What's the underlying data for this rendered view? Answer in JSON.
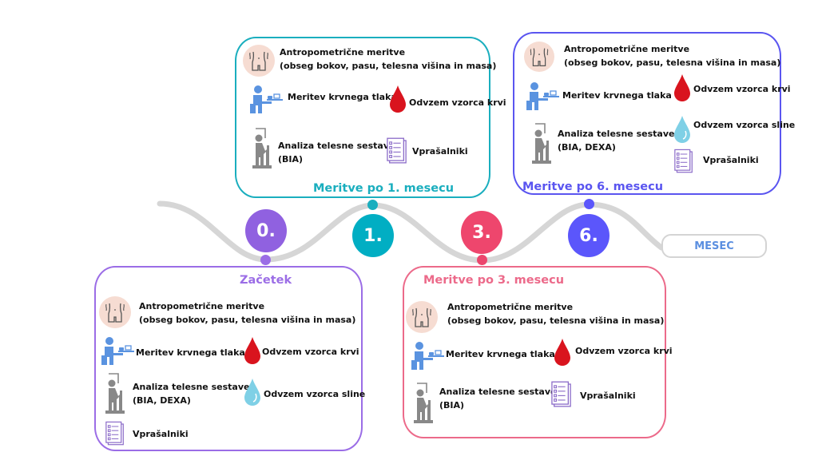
{
  "timeline": {
    "axis_label": "MESEC",
    "milestones": [
      {
        "label": "0.",
        "color": "#9061e0"
      },
      {
        "label": "1.",
        "color": "#01aec3"
      },
      {
        "label": "3.",
        "color": "#ee466d"
      },
      {
        "label": "6.",
        "color": "#5b56fb"
      }
    ]
  },
  "cards": {
    "start": {
      "title": "Začetek",
      "color": "#9b6de6",
      "items": {
        "anthro_line1": "Antropometrične meritve",
        "anthro_line2": "(obseg bokov, pasu, telesna višina in masa)",
        "blood_pressure": "Meritev  krvnega tlaka",
        "blood_sample": "Odvzem vzorca krvi",
        "body_comp_line1": "Analiza telesne sestave",
        "body_comp_line2": "(BIA, DEXA)",
        "saliva_sample": "Odvzem vzorca sline",
        "questionnaires": "Vprašalniki"
      }
    },
    "month1": {
      "title": "Meritve po 1. mesecu",
      "color": "#1aaebe",
      "items": {
        "anthro_line1": "Antropometrične meritve",
        "anthro_line2": "(obseg bokov, pasu, telesna višina in masa)",
        "blood_pressure": "Meritev  krvnega tlaka",
        "blood_sample": "Odvzem vzorca krvi",
        "body_comp_line1": "Analiza telesne sestave",
        "body_comp_line2": "(BIA)",
        "questionnaires": "Vprašalniki"
      }
    },
    "month3": {
      "title": "Meritve po 3. mesecu",
      "color": "#ec6a8a",
      "items": {
        "anthro_line1": "Antropometrične meritve",
        "anthro_line2": "(obseg bokov, pasu, telesna višina in masa)",
        "blood_pressure": "Meritev  krvnega tlaka",
        "blood_sample": "Odvzem vzorca krvi",
        "body_comp_line1": "Analiza telesne sestave",
        "body_comp_line2": "(BIA)",
        "questionnaires": "Vprašalniki"
      }
    },
    "month6": {
      "title": "Meritve po 6. mesecu",
      "color": "#5a55f0",
      "items": {
        "anthro_line1": "Antropometrične meritve",
        "anthro_line2": "(obseg bokov, pasu, telesna višina in masa)",
        "blood_pressure": "Meritev  krvnega tlaka",
        "blood_sample": "Odvzem vzorca krvi",
        "body_comp_line1": "Analiza telesne sestave",
        "body_comp_line2": "(BIA, DEXA)",
        "saliva_sample": "Odvzem vzorca sline",
        "questionnaires": "Vprašalniki"
      }
    }
  }
}
